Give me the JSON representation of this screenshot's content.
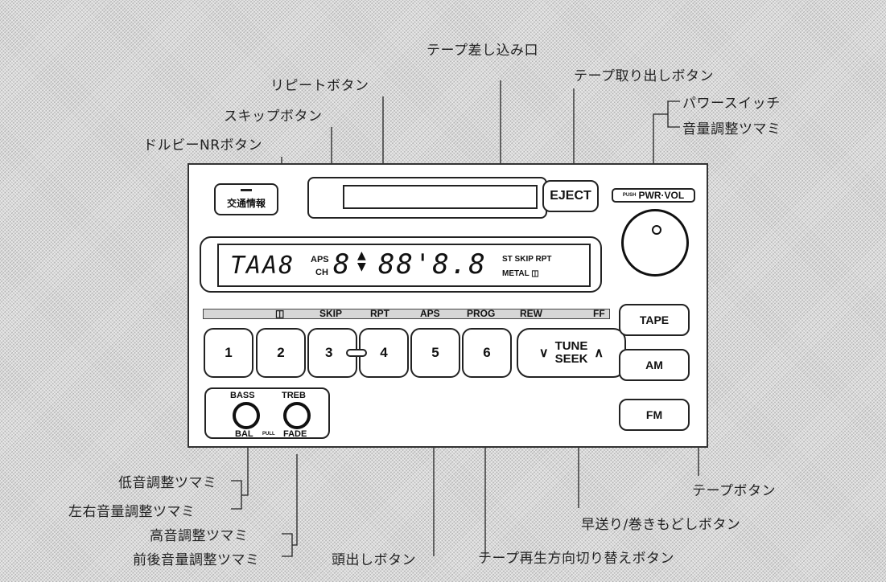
{
  "callouts": {
    "tape_slot": "テープ差し込み口",
    "tape_eject": "テープ取り出しボタン",
    "repeat": "リピートボタン",
    "skip": "スキップボタン",
    "dolby": "ドルビーNRボタン",
    "power": "パワースイッチ",
    "volume": "音量調整ツマミ",
    "bass": "低音調整ツマミ",
    "balance": "左右音量調整ツマミ",
    "treble": "高音調整ツマミ",
    "fader": "前後音量調整ツマミ",
    "cue": "頭出しボタン",
    "direction": "テープ再生方向切り替えボタン",
    "ffrew": "早送り/巻きもどしボタン",
    "tape_button": "テープボタン"
  },
  "panel": {
    "traffic_button": "交通情報",
    "eject_button": "EJECT",
    "power_label_small": "PUSH",
    "power_label": "PWR·VOL",
    "display_left": "TAA8",
    "display_aps": "APS",
    "display_ch": "CH",
    "display_digit": "8",
    "display_right": "88'8.8",
    "display_st": "ST SKIP RPT",
    "display_metal": "METAL ◫",
    "function_labels": [
      "◫",
      "SKIP",
      "RPT",
      "APS",
      "PROG",
      "REW",
      "FF"
    ],
    "presets": [
      "1",
      "2",
      "3",
      "4",
      "5",
      "6"
    ],
    "tune_seek": [
      "TUNE",
      "SEEK"
    ],
    "tune_down": "∨",
    "tune_up": "∧",
    "tape_button": "TAPE",
    "am_button": "AM",
    "fm_button": "FM",
    "bass_label": "BASS",
    "treb_label": "TREB",
    "bal_label": "BAL",
    "pull_label": "PULL",
    "fade_label": "FADE"
  }
}
